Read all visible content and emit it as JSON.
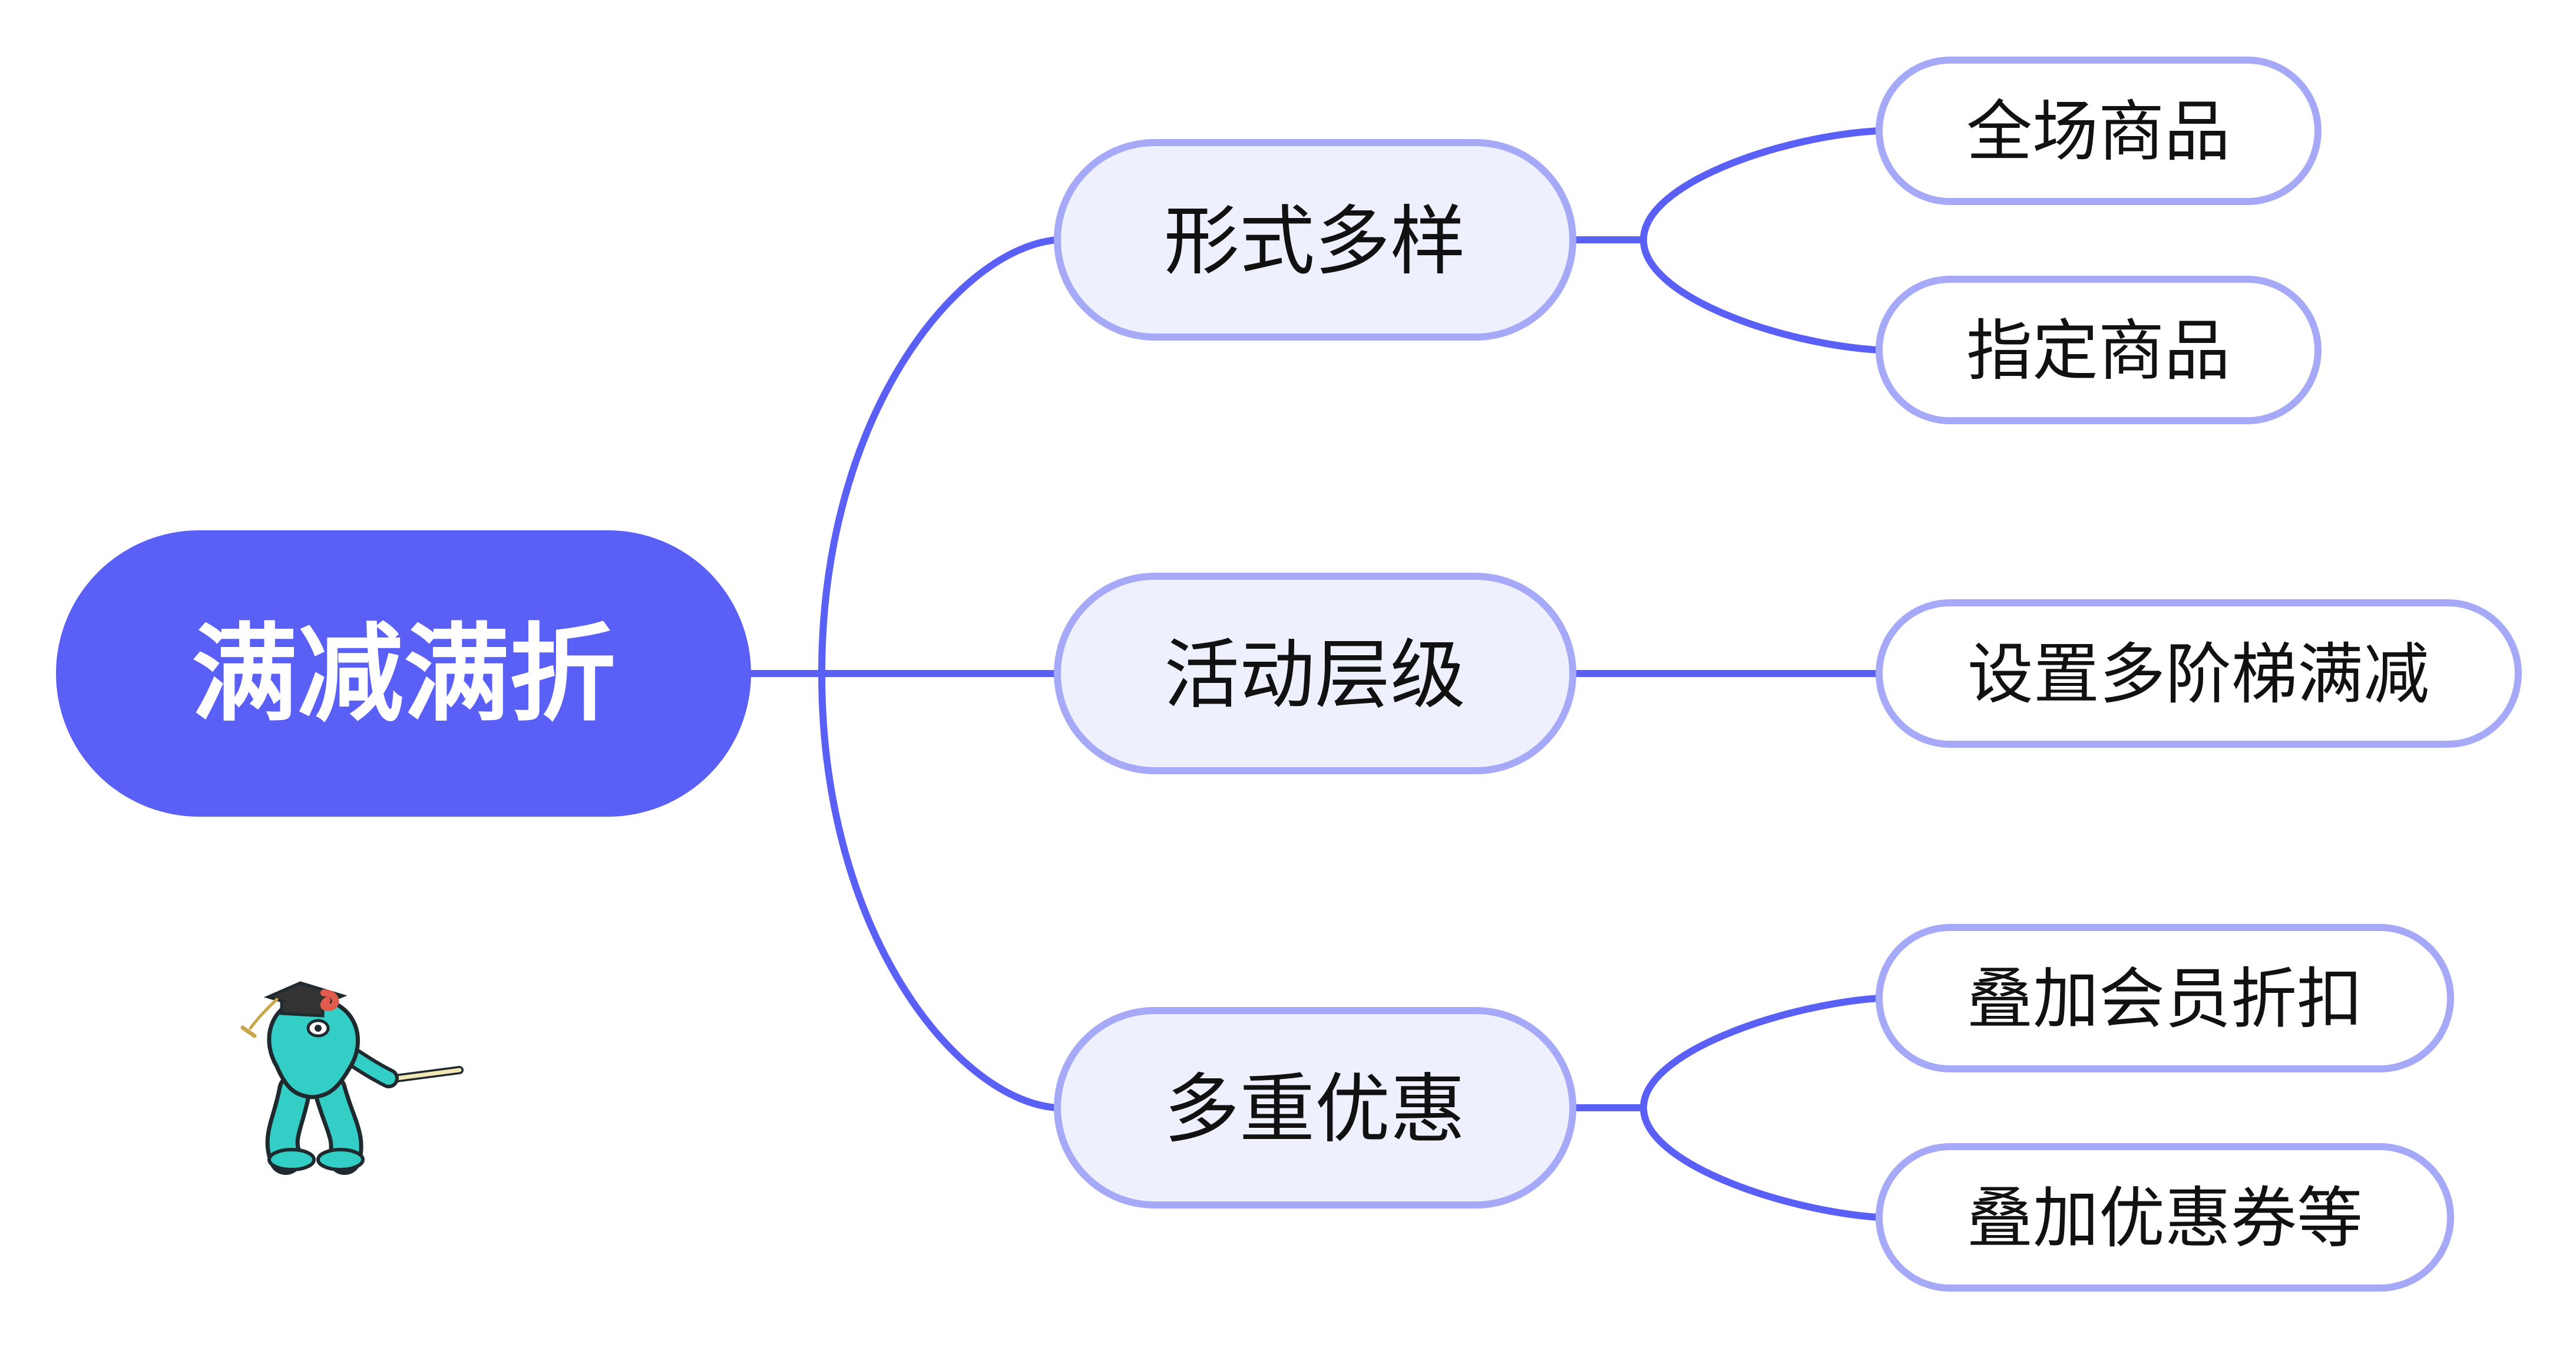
{
  "mindmap": {
    "root": {
      "label": "满减满折"
    },
    "branches": [
      {
        "label": "形式多样",
        "children": [
          {
            "label": "全场商品"
          },
          {
            "label": "指定商品"
          }
        ]
      },
      {
        "label": "活动层级",
        "children": [
          {
            "label": "设置多阶梯满减"
          }
        ]
      },
      {
        "label": "多重优惠",
        "children": [
          {
            "label": "叠加会员折扣"
          },
          {
            "label": "叠加优惠券等"
          }
        ]
      }
    ]
  },
  "colors": {
    "root_fill": "#5a5ff6",
    "connector": "#5a5ff6",
    "branch_fill": "#eef0fe",
    "branch_stroke": "#a6a9f7",
    "leaf_fill": "#ffffff",
    "leaf_stroke": "#a6a9f7",
    "mascot_body": "#33cfc6",
    "mascot_outline": "#1f2a2f",
    "mascot_cap": "#333333",
    "mascot_tuft": "#e05a4e"
  },
  "mascot": {
    "icon": "teacher-mascot-icon"
  }
}
